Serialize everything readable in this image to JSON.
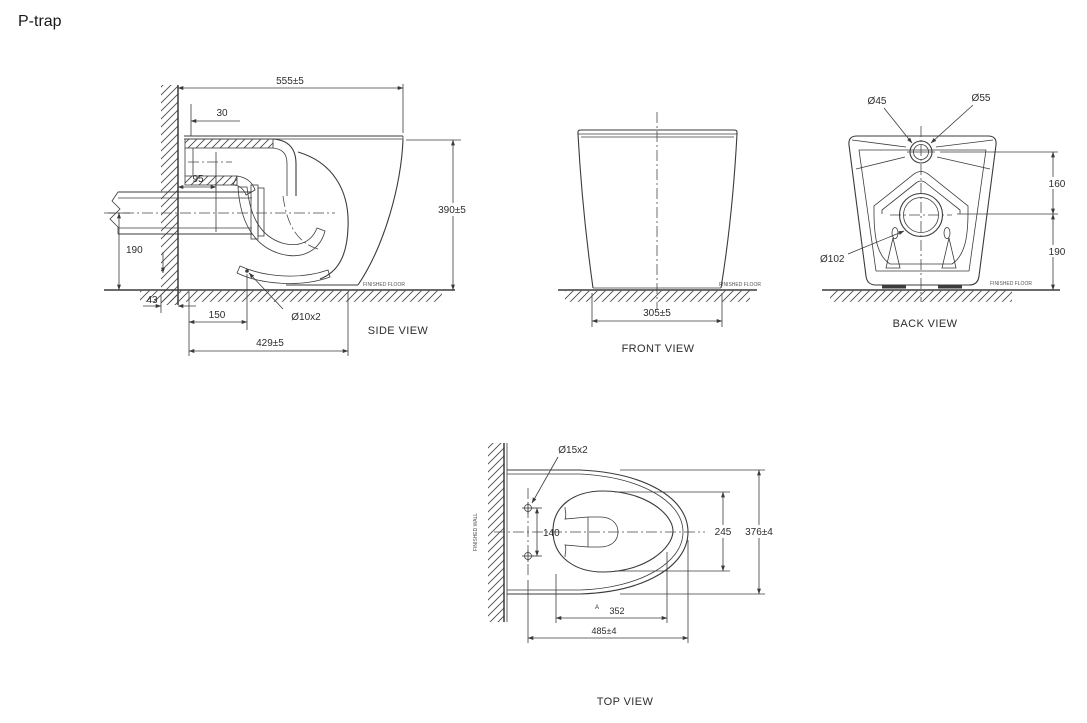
{
  "title": "P-trap",
  "colors": {
    "line": "#3b3b3b",
    "background": "#ffffff",
    "text": "#2d2d2d"
  },
  "views": {
    "side": {
      "label": "SIDE VIEW",
      "floor_label": "FINISHED FLOOR",
      "dims": {
        "overall_depth": "555±5",
        "rim_offset": "30",
        "spud_depth": "95",
        "outlet_height": "190",
        "wall_thickness": "43",
        "hole_offset": "150",
        "hole_note": "Ø10x2",
        "base_length": "429±5",
        "height": "390±5"
      }
    },
    "front": {
      "label": "FRONT VIEW",
      "floor_label": "FINISHED FLOOR",
      "dims": {
        "width": "305±5"
      }
    },
    "back": {
      "label": "BACK VIEW",
      "floor_label": "FINISHED FLOOR",
      "dims": {
        "inlet_inner_dia": "Ø45",
        "inlet_outer_dia": "Ø55",
        "inlet_drop": "160",
        "outlet_center_height": "190",
        "outlet_dia": "Ø102"
      }
    },
    "top": {
      "label": "TOP VIEW",
      "wall_label": "FINISHED WALL",
      "dims": {
        "fixing_holes": "Ø15x2",
        "hole_spacing": "140",
        "seat_width": "245",
        "overall_width": "376±4",
        "seat_length_marker": "A",
        "seat_length": "352",
        "overall_length": "485±4"
      }
    }
  }
}
